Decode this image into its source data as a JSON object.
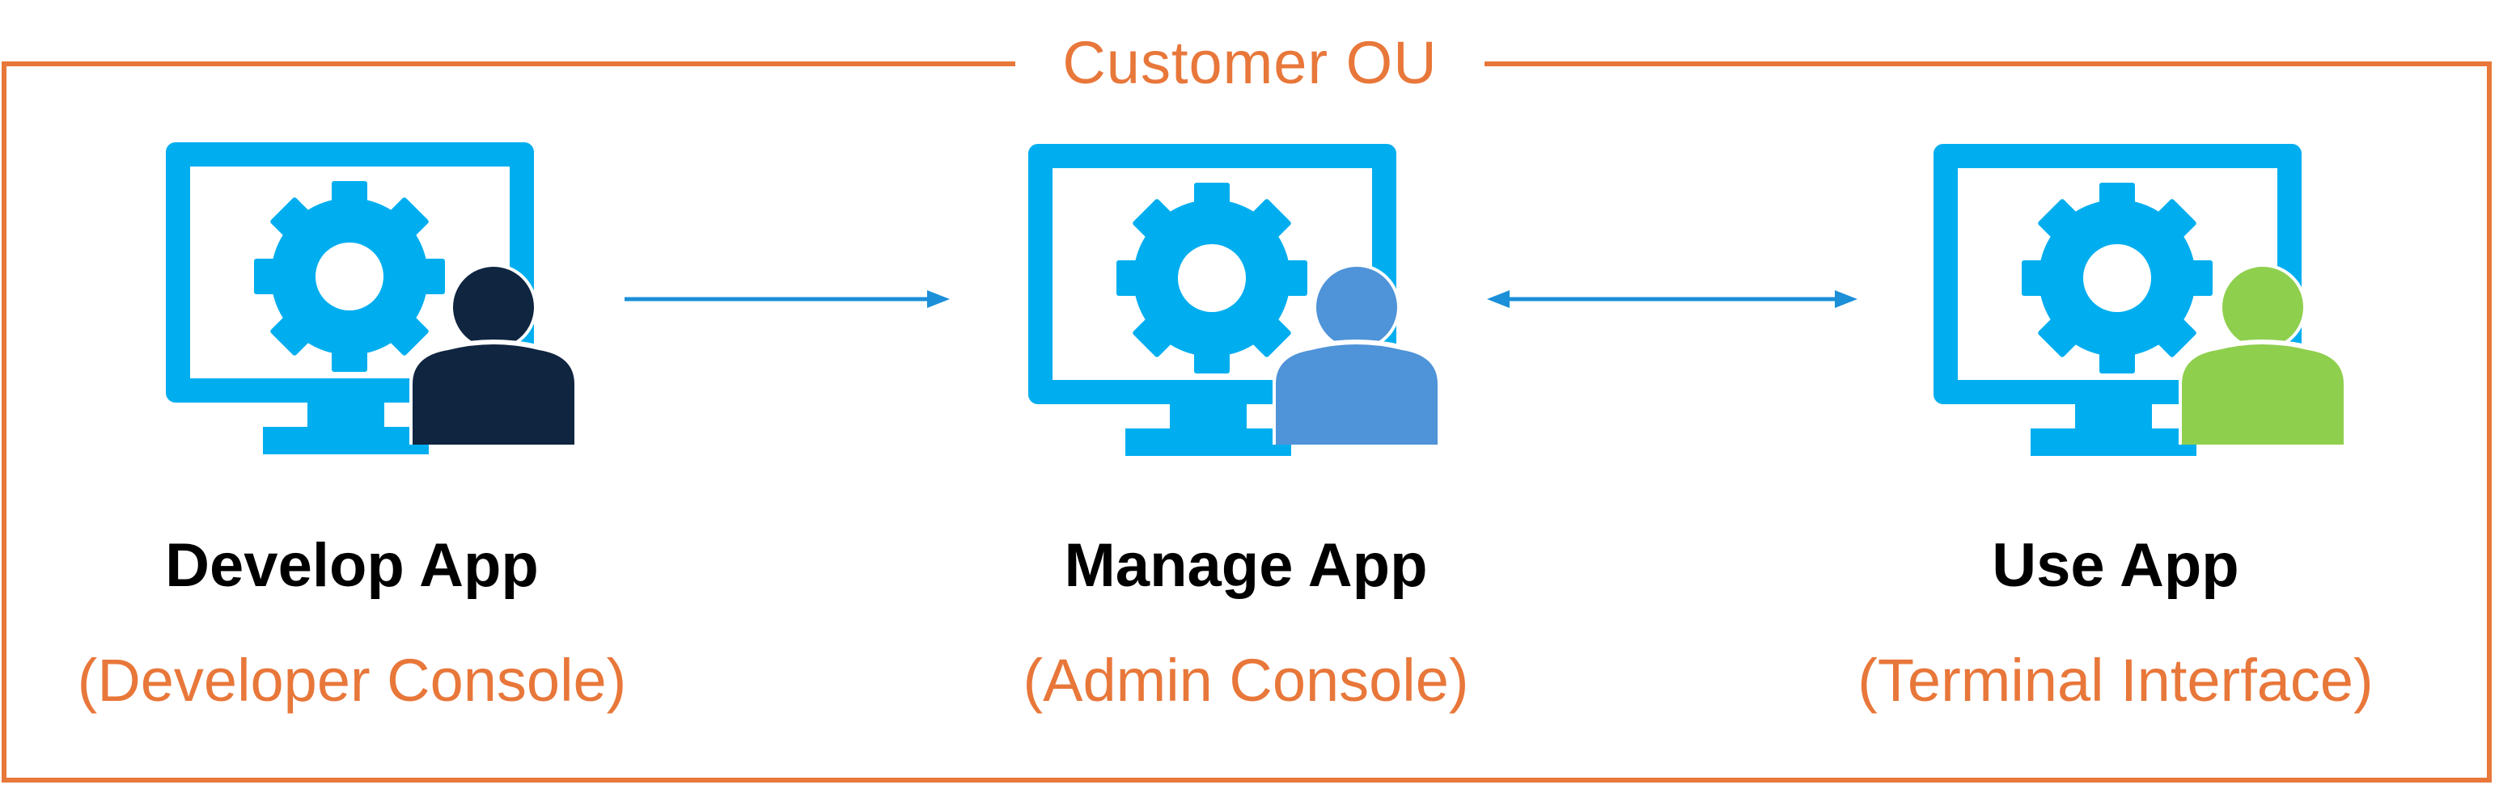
{
  "group": {
    "label": "Customer OU",
    "border_color": "#e8773a"
  },
  "nodes": [
    {
      "id": "develop",
      "title": "Develop App",
      "subtitle": "(Developer Console)",
      "icon": "monitor-gear-user-icon",
      "person_color": "#0f2540"
    },
    {
      "id": "manage",
      "title": "Manage App",
      "subtitle": "(Admin Console)",
      "icon": "monitor-gear-user-icon",
      "person_color": "#4f93d8"
    },
    {
      "id": "use",
      "title": "Use App",
      "subtitle": "(Terminal Interface)",
      "icon": "monitor-gear-user-icon",
      "person_color": "#8fcf4e"
    }
  ],
  "edges": [
    {
      "from": "develop",
      "to": "manage",
      "direction": "one-way"
    },
    {
      "from": "manage",
      "to": "use",
      "direction": "two-way"
    }
  ],
  "colors": {
    "monitor": "#00aeef",
    "text": "#000000",
    "subtitle": "#e8773a",
    "arrow": "#1b8fd8"
  }
}
